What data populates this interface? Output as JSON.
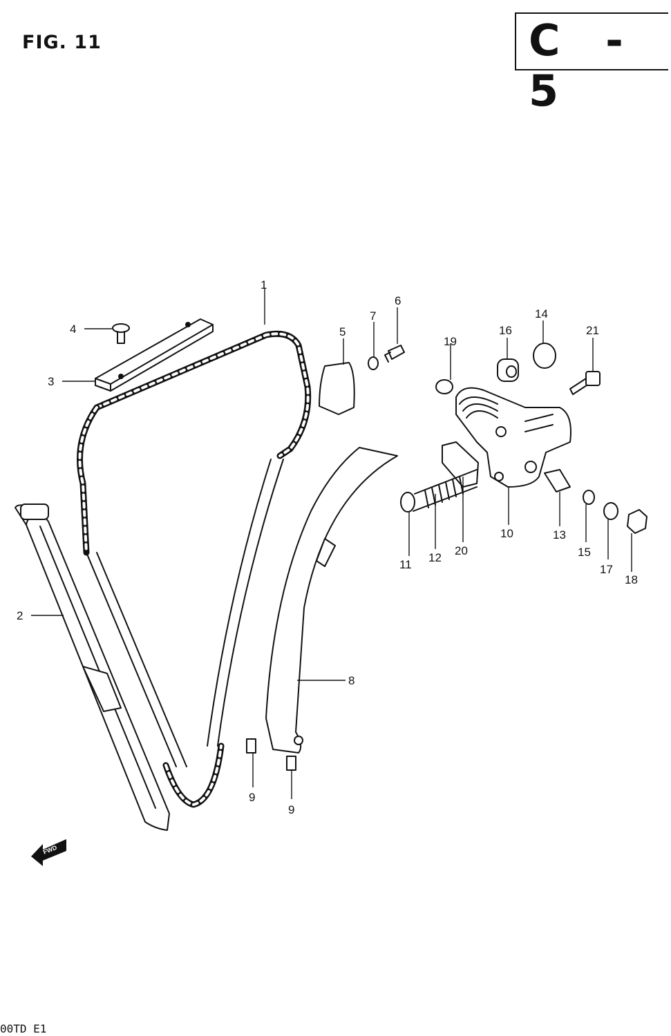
{
  "header": {
    "figure_label": "FIG. 11",
    "section_code": "C - 5"
  },
  "footer": {
    "code": "00TD E1"
  },
  "orientation_marker": {
    "icon": "fwd-arrow-icon",
    "text": "FWD"
  },
  "parts": [
    {
      "ref": "1",
      "item": "cam-chain"
    },
    {
      "ref": "2",
      "item": "chain-guide-rear"
    },
    {
      "ref": "3",
      "item": "chain-guide-top"
    },
    {
      "ref": "4",
      "item": "screw"
    },
    {
      "ref": "5",
      "item": "guide-block"
    },
    {
      "ref": "6",
      "item": "bolt"
    },
    {
      "ref": "7",
      "item": "washer"
    },
    {
      "ref": "8",
      "item": "chain-tensioner-front"
    },
    {
      "ref": "9",
      "item": "pin"
    },
    {
      "ref": "9",
      "item": "pin"
    },
    {
      "ref": "10",
      "item": "tensioner-body"
    },
    {
      "ref": "11",
      "item": "push-rod"
    },
    {
      "ref": "12",
      "item": "spring"
    },
    {
      "ref": "13",
      "item": "screw"
    },
    {
      "ref": "14",
      "item": "o-ring"
    },
    {
      "ref": "15",
      "item": "o-ring"
    },
    {
      "ref": "16",
      "item": "cap"
    },
    {
      "ref": "17",
      "item": "washer"
    },
    {
      "ref": "18",
      "item": "nut"
    },
    {
      "ref": "19",
      "item": "gasket"
    },
    {
      "ref": "20",
      "item": "gasket"
    },
    {
      "ref": "21",
      "item": "bolt"
    }
  ]
}
